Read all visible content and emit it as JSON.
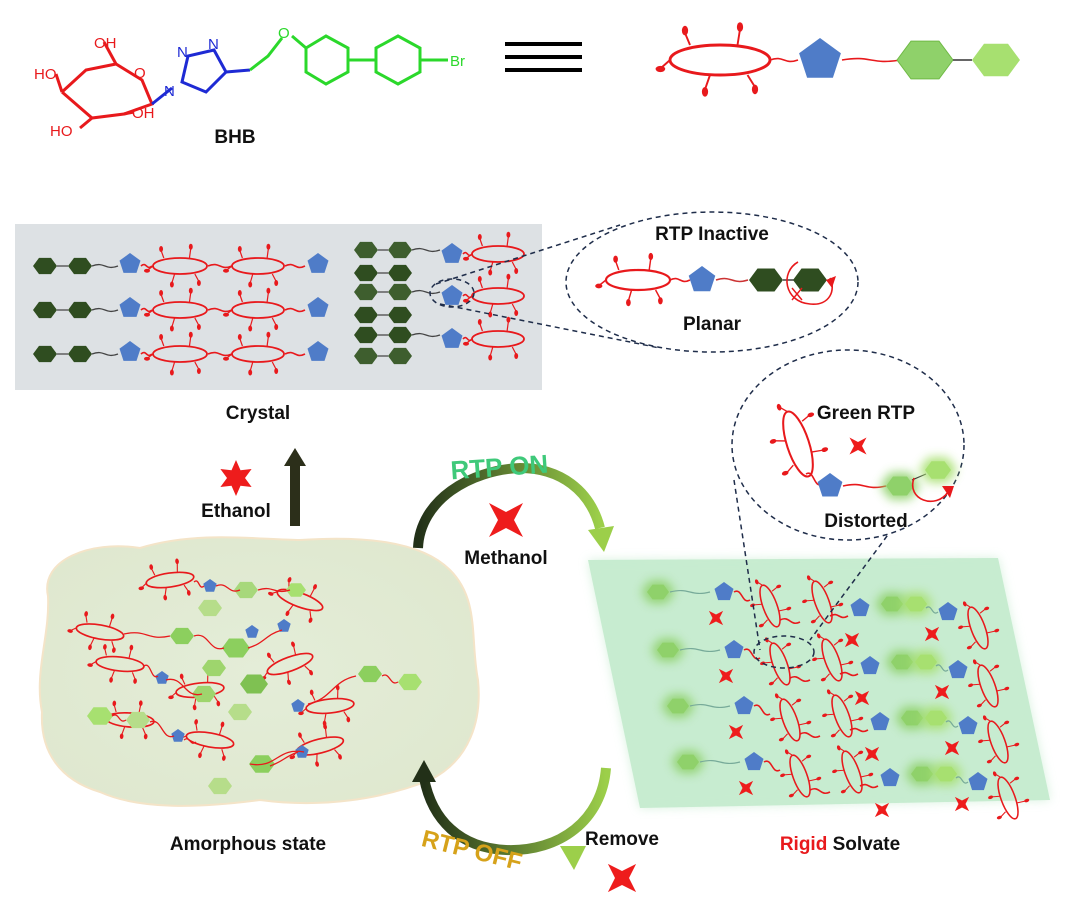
{
  "molecule": {
    "name": "BHB",
    "atoms": {
      "oh": "OH",
      "ho": "HO",
      "n1": "N",
      "n2": "N",
      "n3": "N",
      "o": "O",
      "br": "Br"
    },
    "equivalence_symbol": "≡"
  },
  "panels": {
    "crystal": {
      "label": "Crystal"
    },
    "amorphous": {
      "label": "Amorphous state"
    },
    "solvate": {
      "label_highlight": "Rigid",
      "label_rest": " Solvate"
    }
  },
  "callouts": {
    "inactive": {
      "title": "RTP Inactive",
      "subtitle": "Planar"
    },
    "green": {
      "title": "Green RTP",
      "subtitle": "Distorted"
    }
  },
  "arrows": {
    "rtp_on": "RTP ON",
    "rtp_off": "RTP OFF",
    "methanol": "Methanol",
    "ethanol": "Ethanol",
    "remove": "Remove"
  },
  "colors": {
    "sugar": "#e8191c",
    "triazole": "#4f7cc8",
    "biphenyl_bright": "#2bd82b",
    "phenyl_dark": "#2f4d20",
    "phenyl_light": "#8fd16a",
    "crystal_bg": "#dde1e4",
    "amorphous_bg": "#e3ecd6",
    "solvate_bg": "#c7ecd0",
    "rtp_on_text": "#3fc97a",
    "rtp_off_text": "#d6a21a"
  }
}
